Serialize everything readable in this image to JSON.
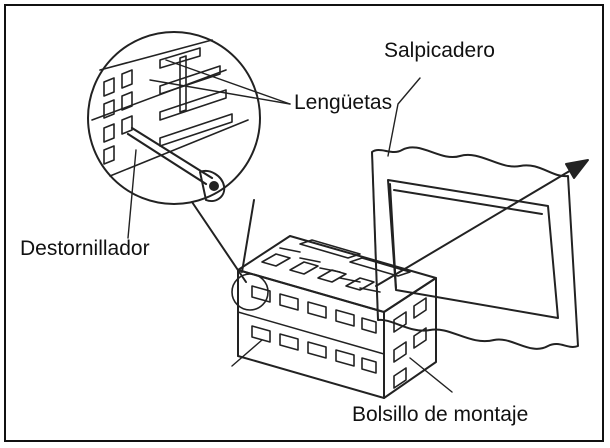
{
  "labels": {
    "dashboard": "Salpicadero",
    "tabs": "Lengüetas",
    "screwdriver": "Destornillador",
    "mounting_sleeve": "Bolsillo de montaje"
  }
}
